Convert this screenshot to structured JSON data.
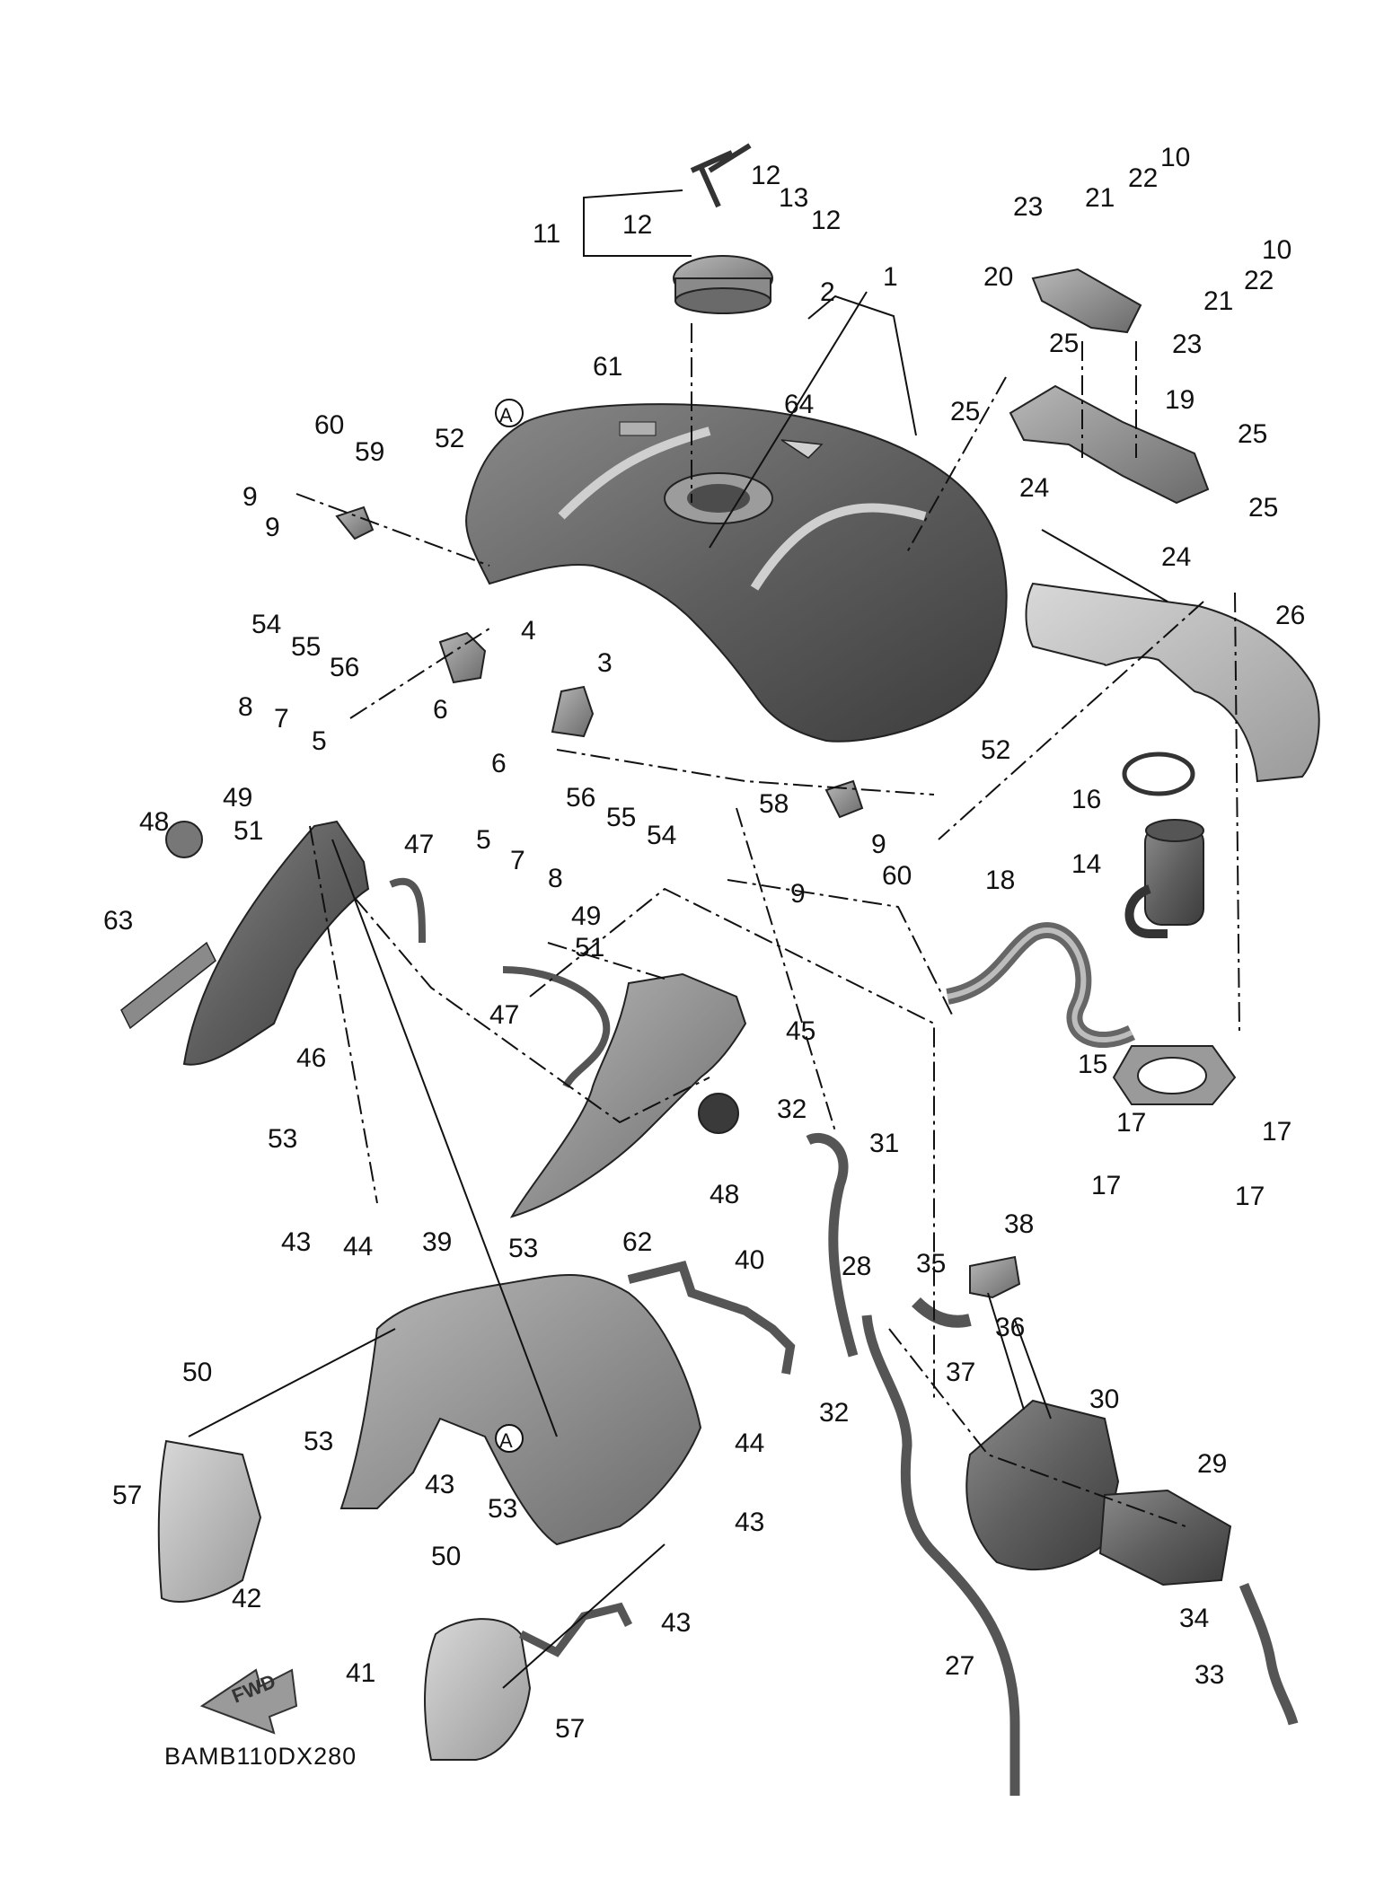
{
  "diagram_code": "BAMB110DX280",
  "fwd_label": "FWD",
  "ref_marker": "A",
  "callouts": [
    "1",
    "2",
    "3",
    "4",
    "5",
    "6",
    "7",
    "8",
    "9",
    "10",
    "11",
    "12",
    "13",
    "14",
    "15",
    "16",
    "17",
    "18",
    "19",
    "20",
    "21",
    "22",
    "23",
    "24",
    "25",
    "26",
    "27",
    "28",
    "29",
    "30",
    "31",
    "32",
    "33",
    "34",
    "35",
    "36",
    "37",
    "38",
    "39",
    "40",
    "41",
    "42",
    "43",
    "44",
    "45",
    "46",
    "47",
    "48",
    "49",
    "50",
    "51",
    "52",
    "53",
    "54",
    "55",
    "56",
    "57",
    "58",
    "59",
    "60",
    "61",
    "62",
    "63",
    "64"
  ],
  "colors": {
    "part_dark": "#6e6e6e",
    "part_mid": "#9a9a9a",
    "part_light": "#c4c4c4",
    "line": "#111111"
  }
}
